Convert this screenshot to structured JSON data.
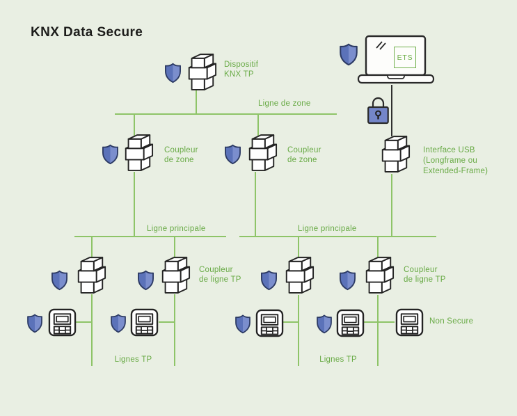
{
  "title": "KNX Data Secure",
  "colors": {
    "background": "#e9efe3",
    "line_green": "#8ec468",
    "label_green": "#68aa45",
    "outline_dark": "#232323",
    "shield_blue_light": "#7b8ecd",
    "shield_blue_dark": "#5b72b9",
    "shield_outline": "#2c3a63",
    "lock_blue": "#7486c9",
    "title_color": "#1d1d1b"
  },
  "labels": {
    "top_device": {
      "line1": "Dispositif",
      "line2": "KNX TP"
    },
    "ets": "ETS",
    "zone_line": "Ligne de zone",
    "zone_coupler_left": {
      "line1": "Coupleur",
      "line2": "de zone"
    },
    "zone_coupler_right": {
      "line1": "Coupleur",
      "line2": "de zone"
    },
    "usb_interface": {
      "line1": "Interface USB",
      "line2": "(Longframe ou",
      "line3": "Extended-Frame)"
    },
    "main_line_left": "Ligne principale",
    "main_line_right": "Ligne principale",
    "line_coupler_left": {
      "line1": "Coupleur",
      "line2": "de ligne TP"
    },
    "line_coupler_right": {
      "line1": "Coupleur",
      "line2": "de ligne TP"
    },
    "tp_lines_left": "Lignes TP",
    "tp_lines_right": "Lignes TP",
    "non_secure": "Non Secure"
  }
}
